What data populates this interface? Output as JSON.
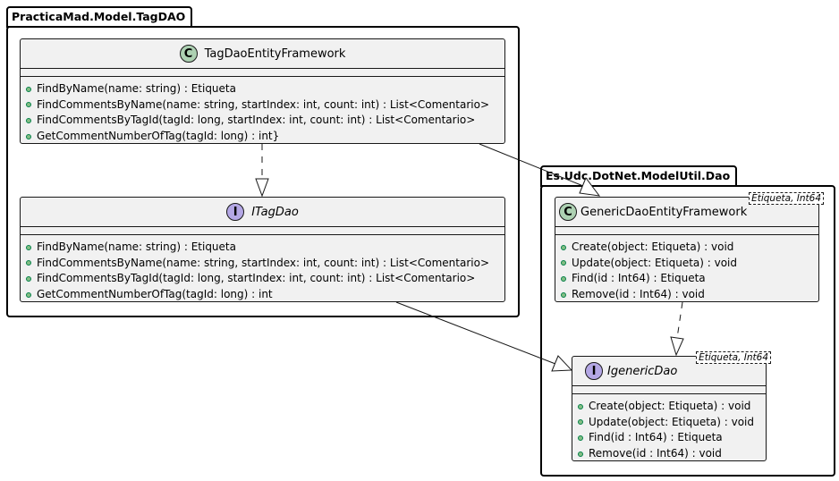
{
  "packages": {
    "tagdao": {
      "name": "PracticaMad.Model.TagDAO"
    },
    "modelutil": {
      "name": "Es.Udc.DotNet.ModelUtil.Dao"
    }
  },
  "classes": {
    "tagDaoEF": {
      "kind": "C",
      "name": "TagDaoEntityFramework",
      "members": [
        "FindByName(name: string) : Etiqueta",
        "FindCommentsByName(name: string, startIndex: int, count: int) : List<Comentario>",
        "FindCommentsByTagId(tagId: long, startIndex: int, count: int) : List<Comentario>",
        "GetCommentNumberOfTag(tagId: long) : int}"
      ]
    },
    "iTagDao": {
      "kind": "I",
      "name": "ITagDao",
      "members": [
        "FindByName(name: string) : Etiqueta",
        "FindCommentsByName(name: string, startIndex: int, count: int) : List<Comentario>",
        "FindCommentsByTagId(tagId: long, startIndex: int, count: int) : List<Comentario>",
        "GetCommentNumberOfTag(tagId: long) : int"
      ]
    },
    "genericDaoEF": {
      "kind": "C",
      "name": "GenericDaoEntityFramework",
      "type_params": "Etiqueta, Int64",
      "members": [
        "Create(object: Etiqueta) : void",
        "Update(object: Etiqueta) : void",
        "Find(id : Int64) : Etiqueta",
        "Remove(id : Int64) : void"
      ]
    },
    "iGenericDao": {
      "kind": "I",
      "name": "IgenericDao",
      "type_params": "Etiqueta, Int64",
      "members": [
        "Create(object: Etiqueta) : void",
        "Update(object: Etiqueta) : void",
        "Find(id : Int64) : Etiqueta",
        "Remove(id : Int64) : void"
      ]
    }
  },
  "relations": [
    {
      "from": "TagDaoEntityFramework",
      "to": "ITagDao",
      "type": "realization"
    },
    {
      "from": "TagDaoEntityFramework",
      "to": "GenericDaoEntityFramework",
      "type": "generalization"
    },
    {
      "from": "GenericDaoEntityFramework",
      "to": "IgenericDao",
      "type": "realization"
    },
    {
      "from": "ITagDao",
      "to": "IgenericDao",
      "type": "generalization"
    }
  ],
  "colors": {
    "class_fill": "#f1f1f1",
    "class_badge": "#add1b2",
    "interface_badge": "#b4a7e5",
    "public_dot": "#84be84"
  }
}
